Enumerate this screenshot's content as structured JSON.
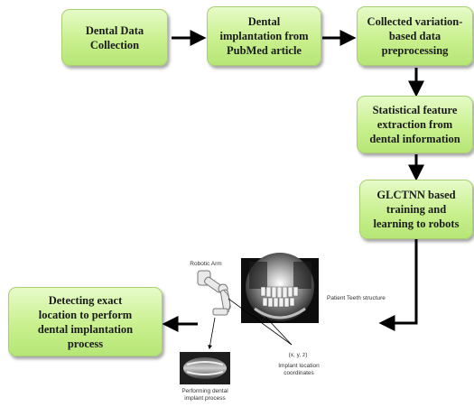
{
  "boxes": {
    "collection": [
      "Dental Data",
      "Collection"
    ],
    "pubmed": [
      "Dental",
      "implantation from",
      "PubMed article"
    ],
    "preprocessing": [
      "Collected variation-",
      "based data",
      "preprocessing"
    ],
    "feature": [
      "Statistical feature",
      "extraction from",
      "dental information"
    ],
    "glctnn": [
      "GLCTNN based",
      "training and",
      "learning to robots"
    ],
    "detect": [
      "Detecting exact",
      "location to perform",
      "dental implantation",
      "process"
    ]
  },
  "figure_labels": {
    "robotic_arm": "Robotic Arm",
    "patient_teeth": "Patient Teeth structure",
    "coordinates": "(x, y, z)",
    "implant_location": [
      "Implant location",
      "coordinates"
    ],
    "performing": [
      "Performing dental",
      "implant process"
    ]
  }
}
